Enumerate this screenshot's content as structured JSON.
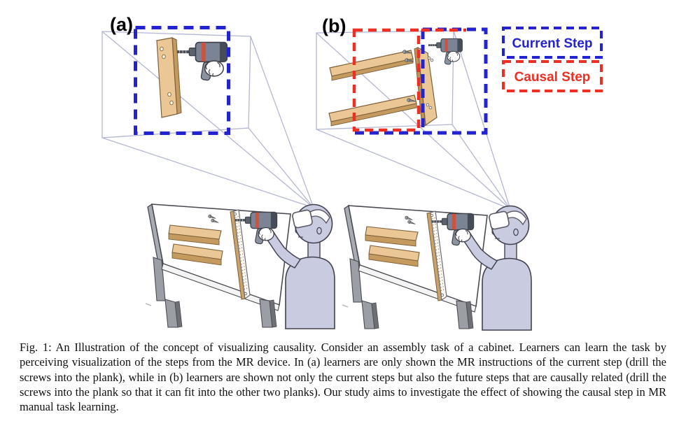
{
  "figure": {
    "panels": [
      {
        "id": "a",
        "label": "(a)"
      },
      {
        "id": "b",
        "label": "(b)"
      }
    ],
    "legend": {
      "items": [
        {
          "label": "Current Step",
          "color": "#2323d2"
        },
        {
          "label": "Causal Step",
          "color": "#ee2f24"
        }
      ]
    },
    "caption": "Fig. 1: An Illustration of the concept of visualizing causality. Consider an assembly task of a cabinet. Learners can learn the task by perceiving visualization of the steps from the MR device. In (a) learners are only shown the MR instructions of the current step (drill the screws into the plank), while in (b) learners are shown not only the current steps but also the future steps that are causally related (drill the screws into the plank so that it can fit into the other two planks). Our study aims to investigate the effect of showing the causal step in MR manual task learning."
  },
  "colors": {
    "current_step": "#2323d2",
    "causal_step": "#ee2f24",
    "projection_line": "#b3b7d4",
    "wood": "#ebc795",
    "wood_dark": "#c49a5e",
    "person": "#c9cce1",
    "drill_body": "#7b8494",
    "drill_accent": "#cc5340"
  }
}
